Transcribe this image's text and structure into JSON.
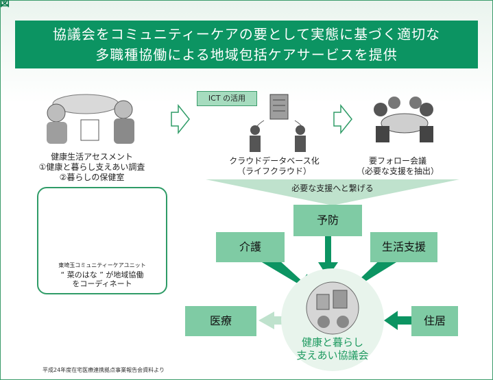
{
  "figure_label": "図",
  "banner": {
    "line1": "協議会をコミュニティーケアの要として実態に基づく適切な",
    "line2": "多職種協働による地域包括ケアサービスを提供"
  },
  "assessment": {
    "title": "健康生活アセスメント",
    "item1": "①健康と暮らし支えあい調査",
    "item2": "②暮らしの保健室"
  },
  "ict_tag": "ICT の活用",
  "cloud": {
    "line1": "クラウドデータベース化",
    "line2": "（ライフクラウド）"
  },
  "followup": {
    "line1": "要フォロー会議",
    "line2": "（必要な支援を抽出）"
  },
  "connect_label": "必要な支援へと繋げる",
  "unit": {
    "name": "東埼玉コミュニティーケアユニット",
    "line1": "“ 菜のはな ” が地域協働",
    "line2": "をコーディネート"
  },
  "services": {
    "prevention": "予防",
    "care": "介護",
    "life_support": "生活支援",
    "medical": "医療",
    "housing": "住居"
  },
  "council": {
    "line1": "健康と暮らし",
    "line2": "支えあい協議会"
  },
  "source": "平成24年度在宅医療連携拠点事業報告会資料より",
  "colors": {
    "banner": "#0c9462",
    "box": "#7fcba4",
    "accent": "#2e9b66",
    "council_text": "#1e9a60"
  }
}
